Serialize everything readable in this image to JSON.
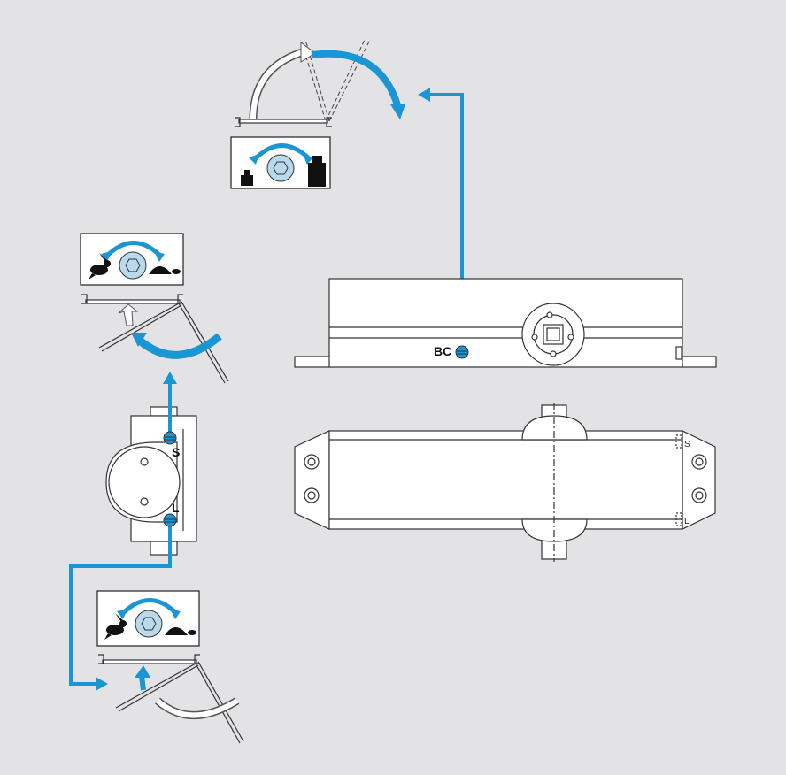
{
  "labels": {
    "backcheck": "BC",
    "side_speed": "S",
    "side_latch": "L",
    "bottom_speed": "S",
    "bottom_latch": "L"
  },
  "colors": {
    "background": "#e3e3e5",
    "arrow_blue": "#1a96d4",
    "valve_light_blue": "#b9d9ec",
    "outline": "#333333"
  },
  "icons": [
    "weight-small-icon",
    "weight-large-icon",
    "rabbit-icon",
    "turtle-icon",
    "hex-valve-icon"
  ]
}
